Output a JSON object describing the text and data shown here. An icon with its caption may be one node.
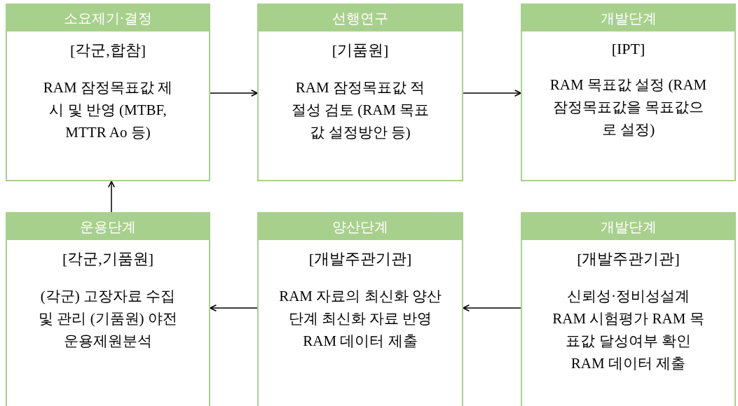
{
  "diagram": {
    "nodes": [
      {
        "text": [
          "소요제기·결정",
          "[각군,합참]",
          "RAM 잠정목표값 제시 및 반영 (MTBF, MTTR Ao 등)"
        ]
      },
      {
        "text": [
          "선행연구",
          "[기품원]",
          "RAM 잠정목표값 적절성 검토 (RAM 목표값 설정방안 등)"
        ]
      },
      {
        "text": [
          "개발단계",
          "[IPT]",
          "RAM 목표값 설정 (RAM 잠정목표값을 목표값으로 설정)"
        ]
      },
      {
        "text": [
          "운용단계",
          "[각군,기품원]",
          "(각군) 고장자료 수집 및 관리 (기품원) 야전운용제원분석"
        ]
      },
      {
        "text": [
          "양산단계",
          "[개발주관기관]",
          "RAM 자료의 최신화 양산단계 최신화 자료 반영 RAM 데이터 제출"
        ]
      },
      {
        "text": [
          "개발단계",
          "[개발주관기관]",
          "신뢰성·정비성설계 RAM 시험평가 RAM 목표값 달성여부 확인 RAM 데이터 제출"
        ]
      }
    ],
    "edges": [
      {
        "from": 0,
        "to": 1,
        "arrow": "to"
      },
      {
        "from": 1,
        "to": 2,
        "arrow": "to"
      },
      {
        "from": 5,
        "to": 4,
        "arrow": "to"
      },
      {
        "from": 4,
        "to": 3,
        "arrow": "to"
      },
      {
        "from": 3,
        "to": 0,
        "arrow": "to"
      }
    ]
  }
}
